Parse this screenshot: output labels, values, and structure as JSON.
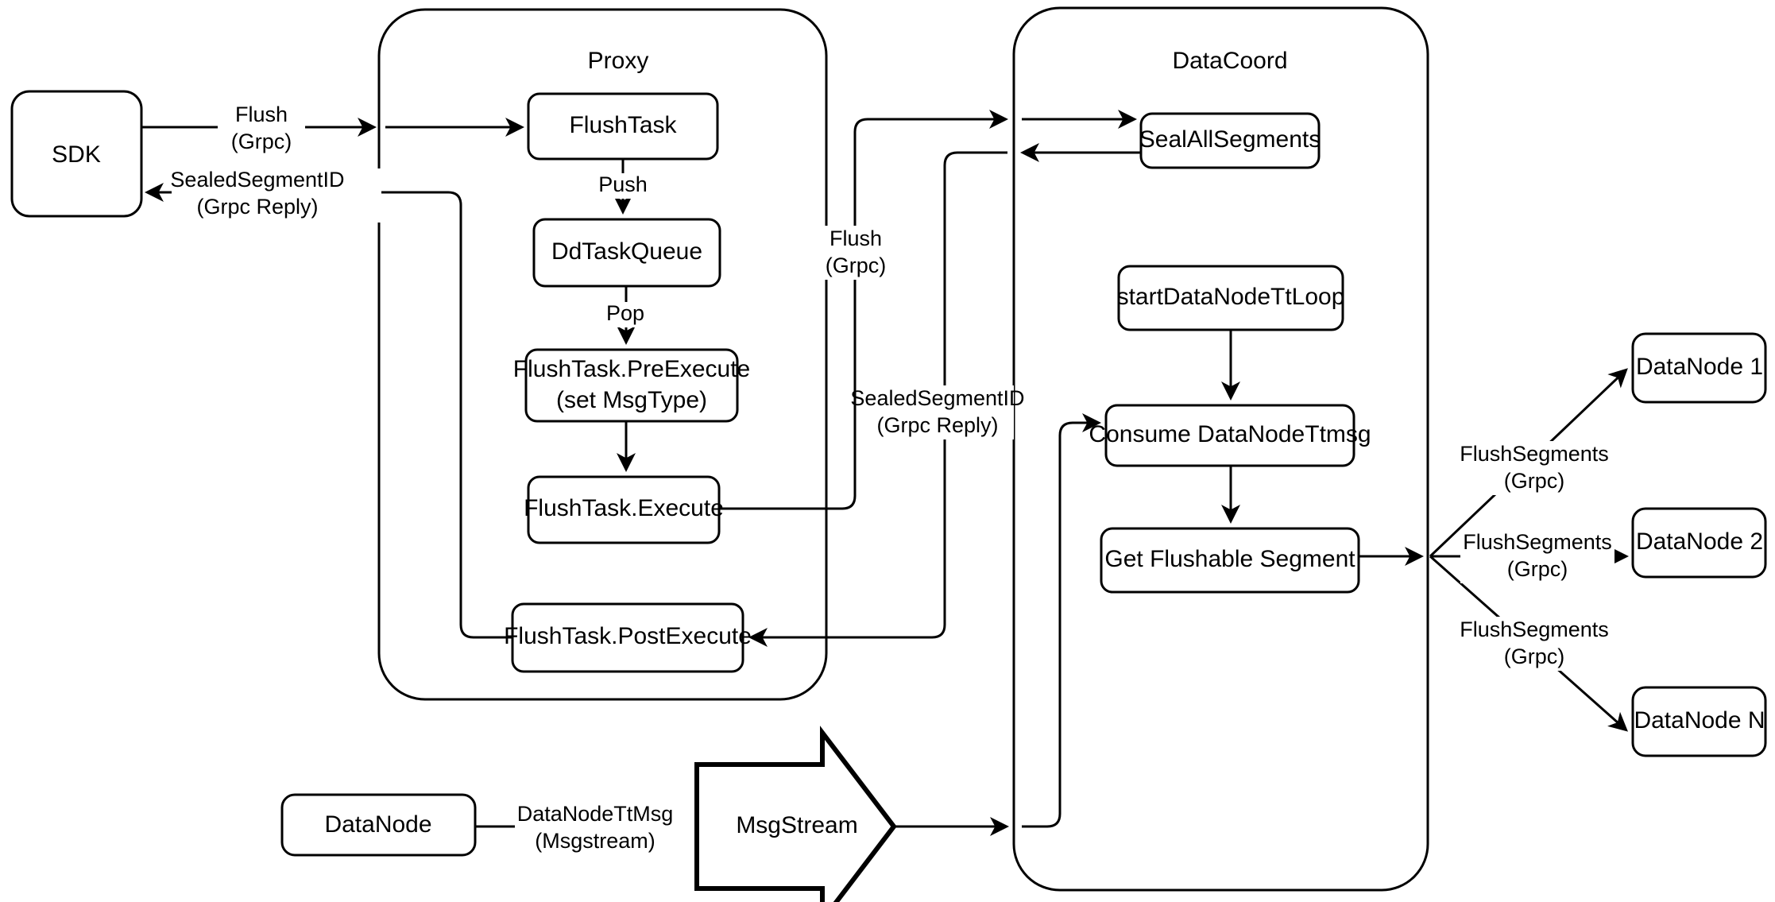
{
  "diagram": {
    "title": "Milvus Flush Sequence Flow",
    "background": "#ffffff",
    "stroke": "#000000"
  },
  "containers": [
    {
      "id": "proxy",
      "label": "Proxy"
    },
    {
      "id": "datacoord",
      "label": "DataCoord"
    }
  ],
  "nodes": {
    "sdk": "SDK",
    "flush_task": "FlushTask",
    "dd_task_queue": "DdTaskQueue",
    "pre_execute_line1": "FlushTask.PreExecute",
    "pre_execute_line2": "(set MsgType)",
    "execute": "FlushTask.Execute",
    "post_execute": "FlushTask.PostExecute",
    "seal_all_segments": "SealAllSegments",
    "start_datanode_tt_loop": "startDataNodeTtLoop",
    "consume_datanode_ttmsg": "Consume DataNodeTtmsg",
    "get_flushable_segment": "Get Flushable Segment",
    "datanode_1": "DataNode 1",
    "datanode_2": "DataNode 2",
    "datanode_n": "DataNode N",
    "datanode_bottom": "DataNode",
    "msgstream": "MsgStream"
  },
  "edge_labels": {
    "sdk_to_proxy_l1": "Flush",
    "sdk_to_proxy_l2": "(Grpc)",
    "proxy_to_sdk_l1": "SealedSegmentID",
    "proxy_to_sdk_l2": "(Grpc Reply)",
    "push": "Push",
    "pop": "Pop",
    "proxy_to_coord_l1": "Flush",
    "proxy_to_coord_l2": "(Grpc)",
    "coord_to_proxy_l1": "SealedSegmentID",
    "coord_to_proxy_l2": "(Grpc Reply)",
    "flush_segments_1_l1": "FlushSegments",
    "flush_segments_1_l2": "(Grpc)",
    "flush_segments_2_l1": "FlushSegments",
    "flush_segments_2_l2": "(Grpc)",
    "flush_segments_n_l1": "FlushSegments",
    "flush_segments_n_l2": "(Grpc)",
    "datanode_ttmsg_l1": "DataNodeTtMsg",
    "datanode_ttmsg_l2": "(Msgstream)"
  }
}
